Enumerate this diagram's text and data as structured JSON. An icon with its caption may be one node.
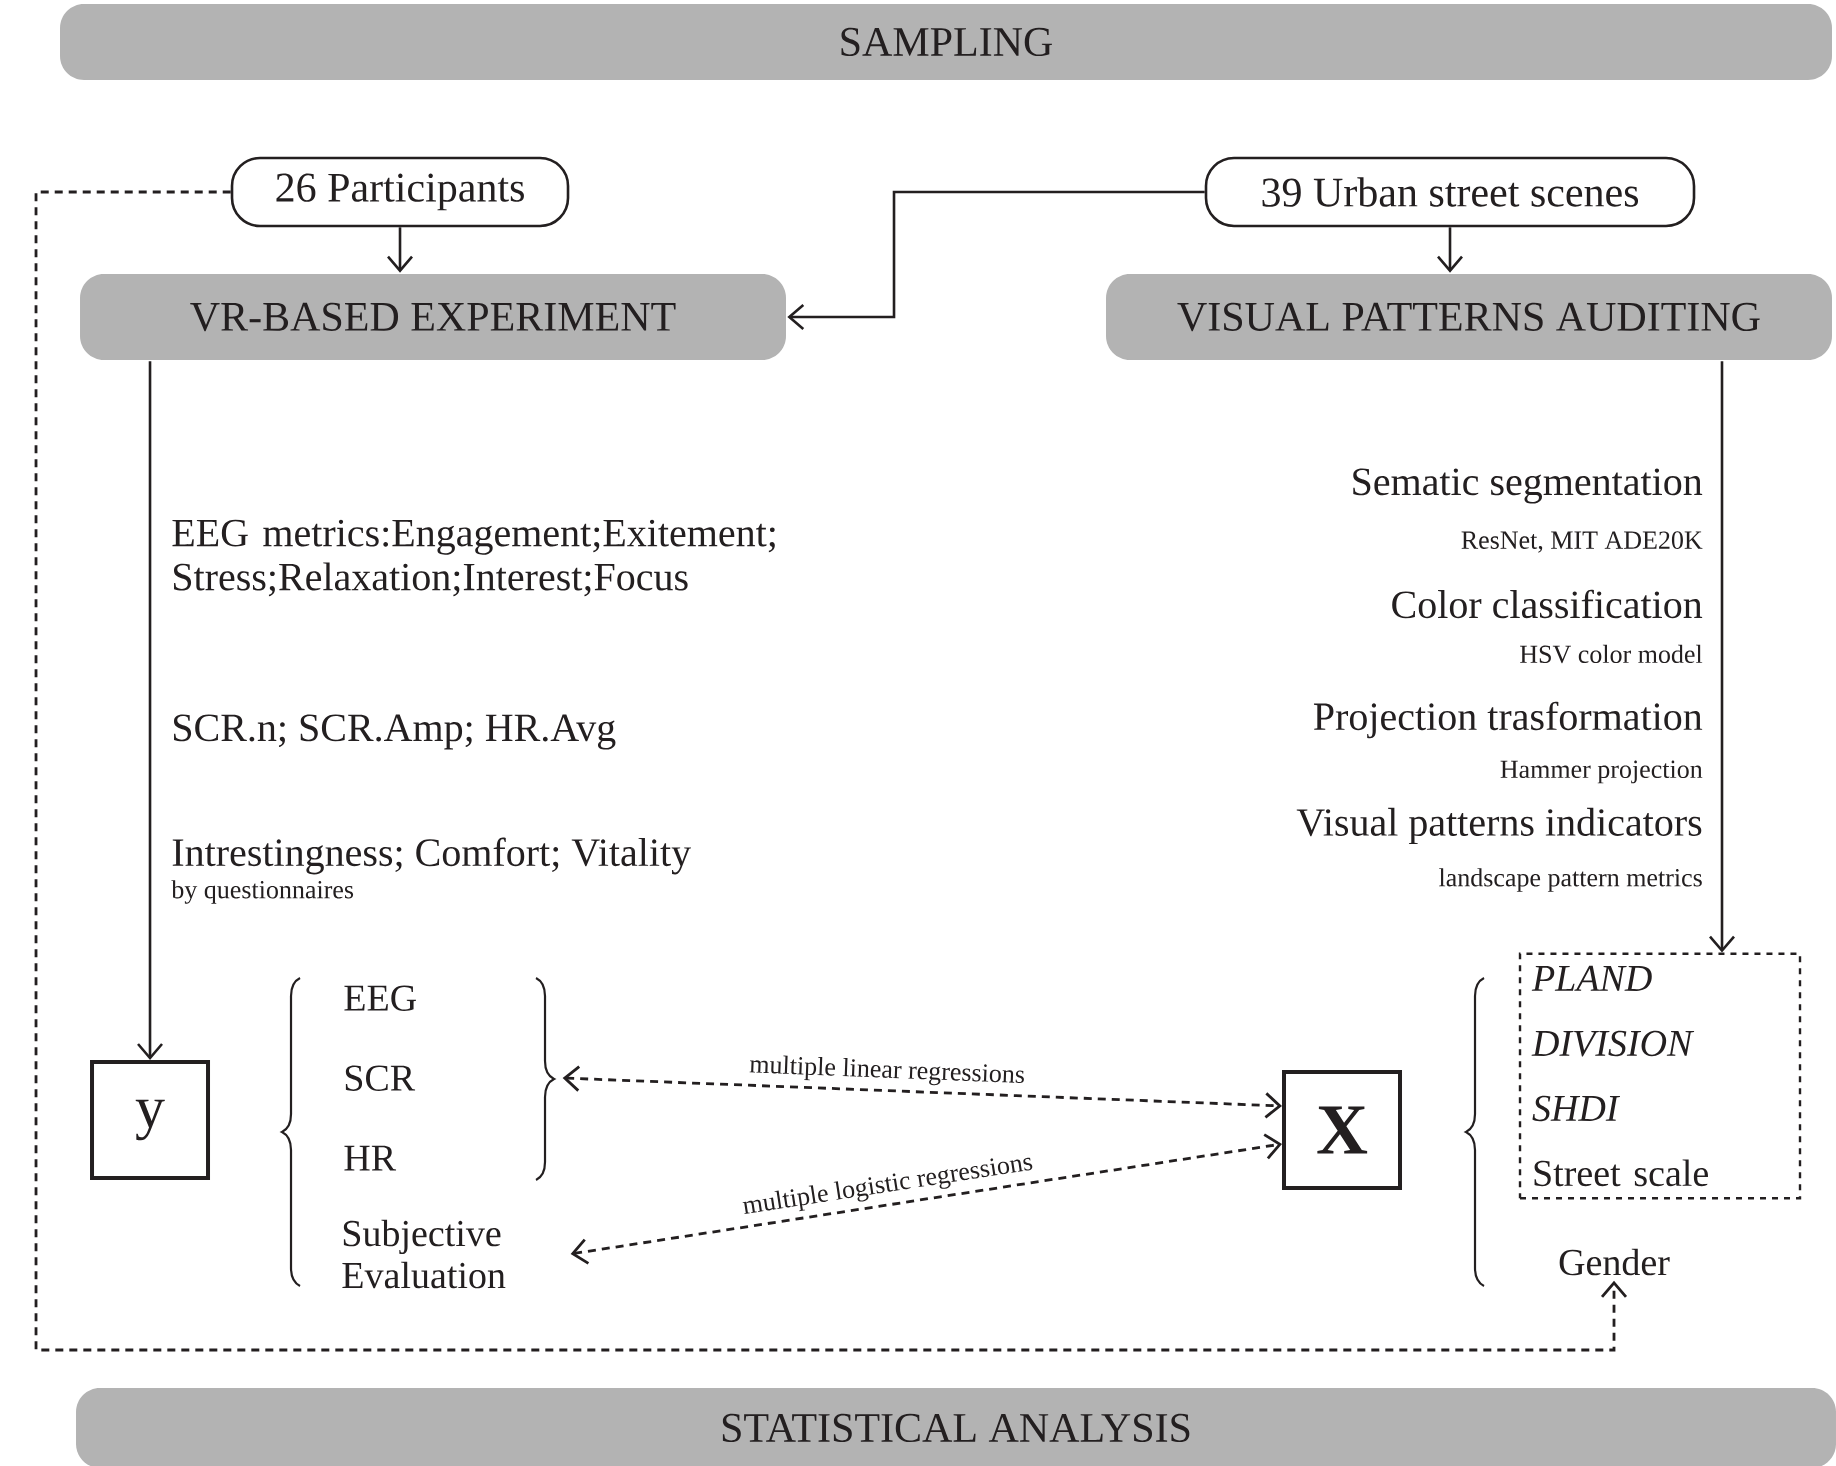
{
  "diagram": {
    "nodes": [
      {
        "text": [
          "SAMPLING"
        ]
      },
      {
        "text": [
          "26 Participants"
        ]
      },
      {
        "text": [
          "39 Urban street scenes"
        ]
      },
      {
        "text": [
          "VR-BASED EXPERIMENT"
        ]
      },
      {
        "text": [
          "VISUAL PATTERNS AUDITING"
        ]
      },
      {
        "text": [
          "y"
        ]
      },
      {
        "text": [
          "EEG",
          "SCR",
          "HR"
        ]
      },
      {
        "text": [
          "Subjective Evaluation"
        ]
      },
      {
        "text": [
          "X"
        ]
      },
      {
        "text": [
          "PLAND",
          "DIVISION",
          "SHDI",
          "Street scale"
        ]
      },
      {
        "text": [
          "Gender"
        ]
      },
      {
        "text": [
          "STATISTICAL ANALYSIS"
        ]
      }
    ],
    "edges": [
      {
        "from": 1,
        "to": 3,
        "arrow": "to"
      },
      {
        "from": 2,
        "to": 3,
        "arrow": "to"
      },
      {
        "from": 2,
        "to": 4,
        "arrow": "to"
      },
      {
        "from": 3,
        "to": 5,
        "arrow": "to"
      },
      {
        "from": 4,
        "to": 9,
        "arrow": "to"
      },
      {
        "from": 6,
        "to": 8,
        "arrow": "both",
        "style": "dashed",
        "label": "multiple linear regressions"
      },
      {
        "from": 7,
        "to": 8,
        "arrow": "both",
        "style": "dashed",
        "label": "multiple logistic regressions"
      },
      {
        "from": 1,
        "to": 10,
        "arrow": "to",
        "style": "dashed"
      }
    ],
    "labels": [
      "EEG metrics:Engagement;Exitement; Stress;Relaxation;Interest;Focus",
      "SCR.n; SCR.Amp; HR.Avg",
      "Intrestingness; Comfort; Vitality",
      "by questionnaires",
      "Sematic segmentation",
      "ResNet, MIT ADE20K",
      "Color classification",
      "HSV color model",
      "Projection trasformation",
      "Hammer projection",
      "Visual patterns indicators",
      "landscape pattern metrics"
    ]
  }
}
